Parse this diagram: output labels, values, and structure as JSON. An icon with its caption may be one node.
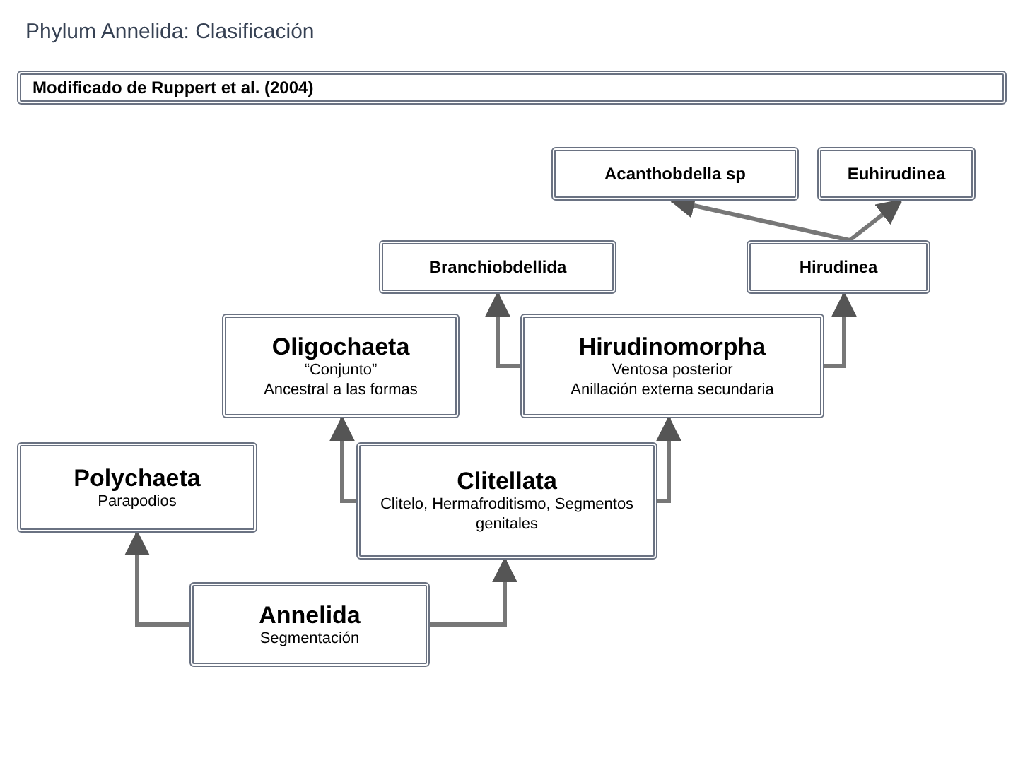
{
  "diagram": {
    "title": "Phylum Annelida: Clasificación",
    "nodes": [
      {
        "text": [
          "Modificado de Ruppert et al. (2004)"
        ]
      },
      {
        "text": [
          "Acanthobdella sp"
        ]
      },
      {
        "text": [
          "Euhirudinea"
        ]
      },
      {
        "text": [
          "Branchiobdellida"
        ]
      },
      {
        "text": [
          "Hirudinea"
        ]
      },
      {
        "text": [
          "Oligochaeta",
          "“Conjunto”",
          "Ancestral a las formas"
        ]
      },
      {
        "text": [
          "Hirudinomorpha",
          "Ventosa posterior",
          "Anillación externa secundaria"
        ]
      },
      {
        "text": [
          "Polychaeta",
          "Parapodios"
        ]
      },
      {
        "text": [
          "Clitellata",
          "Clitelo, Hermafroditismo, Segmentos genitales"
        ]
      },
      {
        "text": [
          "Annelida",
          "Segmentación"
        ]
      }
    ],
    "edges": [
      {
        "from": 9,
        "to": 7,
        "arrow": "to"
      },
      {
        "from": 9,
        "to": 8,
        "arrow": "to"
      },
      {
        "from": 8,
        "to": 5,
        "arrow": "to"
      },
      {
        "from": 8,
        "to": 6,
        "arrow": "to"
      },
      {
        "from": 6,
        "to": 3,
        "arrow": "to"
      },
      {
        "from": 6,
        "to": 4,
        "arrow": "to"
      },
      {
        "from": 4,
        "to": 1,
        "arrow": "to"
      },
      {
        "from": 4,
        "to": 2,
        "arrow": "to"
      }
    ]
  }
}
